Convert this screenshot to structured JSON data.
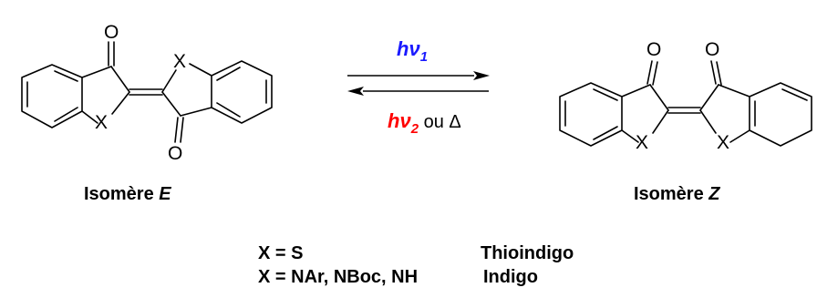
{
  "forward_condition": {
    "symbol": "hν",
    "subscript": "1",
    "color": "#1a1aff"
  },
  "reverse_condition": {
    "symbol": "hν",
    "subscript": "2",
    "connector": " ou ",
    "alt": "Δ",
    "color": "#ff0000"
  },
  "isomer_e": {
    "label_prefix": "Isomère ",
    "label_letter": "E",
    "atoms": {
      "o_top": "O",
      "x_right": "X",
      "x_left": "X",
      "o_bottom": "O"
    }
  },
  "isomer_z": {
    "label_prefix": "Isomère ",
    "label_letter": "Z",
    "atoms": {
      "o_left": "O",
      "o_right": "O",
      "x_left": "X",
      "x_right": "X"
    }
  },
  "legend": [
    {
      "formula": "X = S",
      "name": "Thioindigo"
    },
    {
      "formula": "X = NAr, NBoc, NH",
      "name": "Indigo"
    }
  ]
}
